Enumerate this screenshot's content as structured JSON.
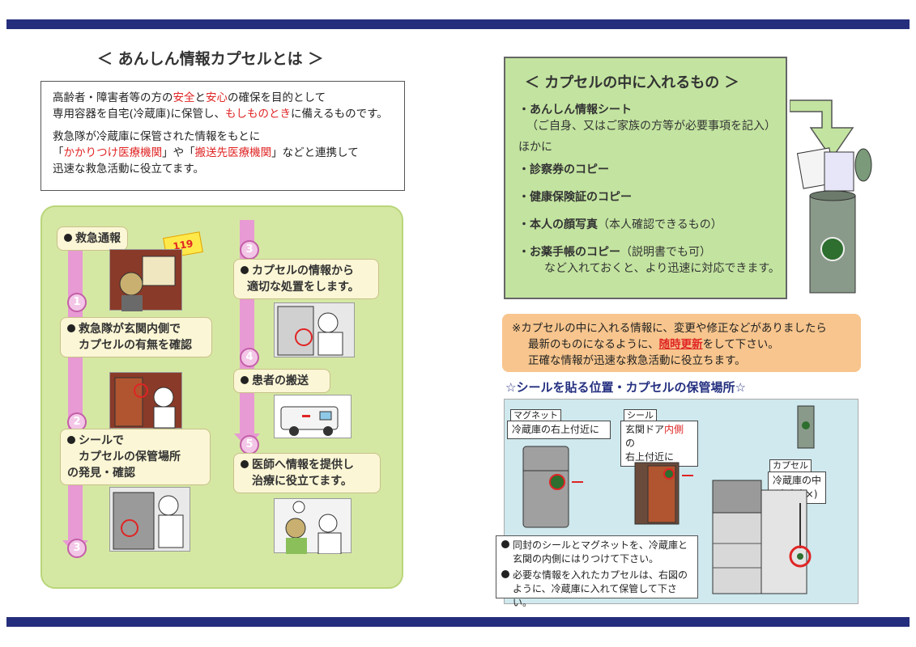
{
  "left": {
    "title": "＜ あんしん情報カプセルとは ＞",
    "intro": {
      "p1_a": "高齢者・障害者等の方の",
      "p1_red1": "安全",
      "p1_b": "と",
      "p1_red2": "安心",
      "p1_c": "の確保を目的として",
      "p1_line2_a": "専用容器を自宅(冷蔵庫)に保管し、",
      "p1_red3": "もしものとき",
      "p1_line2_b": "に備えるものです。",
      "p2_line1": "救急隊が冷蔵庫に保管された情報をもとに",
      "p2_q1": "「",
      "p2_red1": "かかりつけ医療機関",
      "p2_q2": "」や「",
      "p2_red2": "搬送先医療機関",
      "p2_q3": "」などと連携して",
      "p2_line3": "迅速な救急活動に役立てます。"
    },
    "steps": {
      "s0": "救急通報",
      "badge119": "119",
      "n1": "1",
      "s1_l1": "救急隊が玄関内側で",
      "s1_l2": "カプセルの有無を確認",
      "n2": "2",
      "s2_l1": "シールで",
      "s2_l2": "カプセルの保管場所",
      "s2_l3": "の発見・確認",
      "n3": "3",
      "n3b": "3",
      "s3_l1": "カプセルの情報から",
      "s3_l2": "適切な処置をします。",
      "n4": "4",
      "s4": "患者の搬送",
      "n5": "5",
      "s5_l1": "医師へ情報を提供し",
      "s5_l2": "治療に役立てます。"
    }
  },
  "right": {
    "title": "＜ カプセルの中に入れるもの ＞",
    "item1": "・あんしん情報シート",
    "item1_note": "（ご自身、又はご家族の方等が必要事項を記入）",
    "other": "ほかに",
    "item2": "・診察券のコピー",
    "item3": "・健康保険証のコピー",
    "item4_a": "・本人の顔写真",
    "item4_b": "（本人確認できるもの）",
    "item5_a": "・お薬手帳のコピー",
    "item5_b": "（説明書でも可）",
    "item_footer": "など入れておくと、より迅速に対応できます。",
    "notice": {
      "l1": "※カプセルの中に入れる情報に、変更や修正などがありましたら",
      "l2_a": "最新のものになるように、",
      "l2_red": "随時更新",
      "l2_b": "をして下さい。",
      "l3": "正確な情報が迅速な救急活動に役立ちます。"
    },
    "placement_title": "☆シールを貼る位置・カプセルの保管場所☆",
    "magnet_tag": "マグネット",
    "magnet_text": "冷蔵庫の右上付近に",
    "seal_tag": "シール",
    "seal_a": "玄関ドア",
    "seal_red": "内側",
    "seal_b": "の",
    "seal_l2": "右上付近に",
    "capsule_tag": "カプセル",
    "capsule_l1": "冷蔵庫の中",
    "capsule_l2": "(冷凍庫×)",
    "note1_l1": "同封のシールとマグネットを、冷蔵庫と",
    "note1_l2": "玄関の内側にはりつけて下さい。",
    "note2_l1": "必要な情報を入れたカプセルは、右図の",
    "note2_l2": "ように、冷蔵庫に入れて保管して下さい。"
  },
  "colors": {
    "band": "#252e7c",
    "accent_red": "#e02424",
    "green": "#d5e8a3",
    "pink": "#e79ad3"
  }
}
